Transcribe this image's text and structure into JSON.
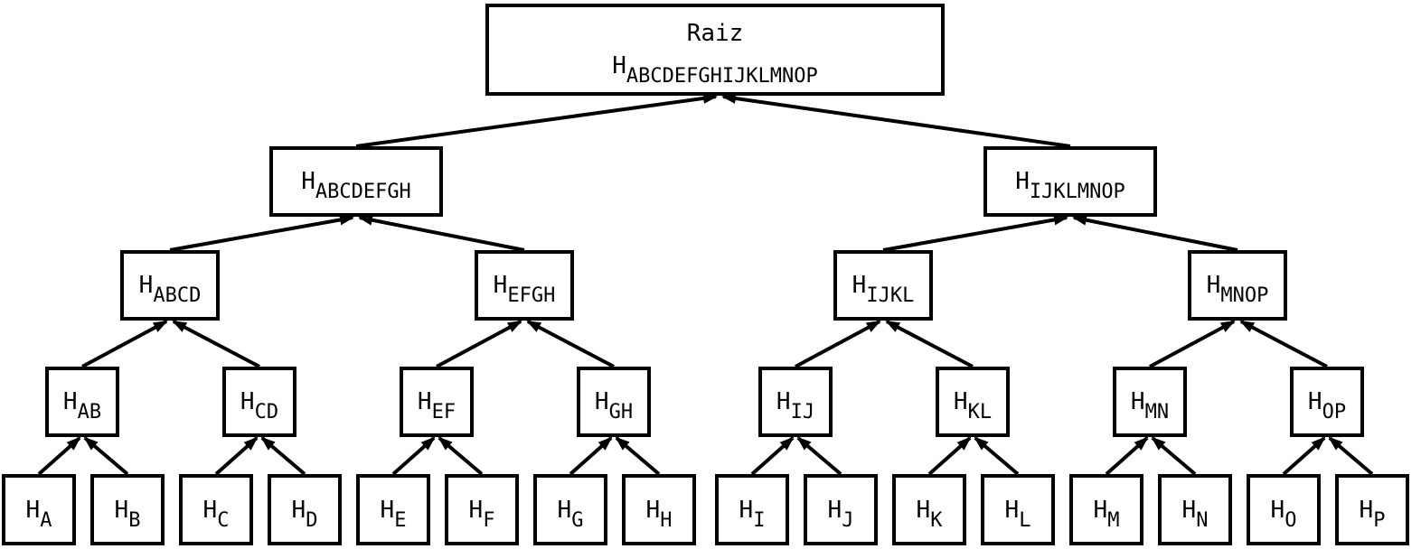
{
  "tree": {
    "root": {
      "label": "Raiz",
      "prefix": "H",
      "sub": "ABCDEFGHIJKLMNOP"
    },
    "level1": [
      {
        "prefix": "H",
        "sub": "ABCDEFGH"
      },
      {
        "prefix": "H",
        "sub": "IJKLMNOP"
      }
    ],
    "level2": [
      {
        "prefix": "H",
        "sub": "ABCD"
      },
      {
        "prefix": "H",
        "sub": "EFGH"
      },
      {
        "prefix": "H",
        "sub": "IJKL"
      },
      {
        "prefix": "H",
        "sub": "MNOP"
      }
    ],
    "level3": [
      {
        "prefix": "H",
        "sub": "AB"
      },
      {
        "prefix": "H",
        "sub": "CD"
      },
      {
        "prefix": "H",
        "sub": "EF"
      },
      {
        "prefix": "H",
        "sub": "GH"
      },
      {
        "prefix": "H",
        "sub": "IJ"
      },
      {
        "prefix": "H",
        "sub": "KL"
      },
      {
        "prefix": "H",
        "sub": "MN"
      },
      {
        "prefix": "H",
        "sub": "OP"
      }
    ],
    "leaves": [
      {
        "prefix": "H",
        "sub": "A"
      },
      {
        "prefix": "H",
        "sub": "B"
      },
      {
        "prefix": "H",
        "sub": "C"
      },
      {
        "prefix": "H",
        "sub": "D"
      },
      {
        "prefix": "H",
        "sub": "E"
      },
      {
        "prefix": "H",
        "sub": "F"
      },
      {
        "prefix": "H",
        "sub": "G"
      },
      {
        "prefix": "H",
        "sub": "H"
      },
      {
        "prefix": "H",
        "sub": "I"
      },
      {
        "prefix": "H",
        "sub": "J"
      },
      {
        "prefix": "H",
        "sub": "K"
      },
      {
        "prefix": "H",
        "sub": "L"
      },
      {
        "prefix": "H",
        "sub": "M"
      },
      {
        "prefix": "H",
        "sub": "N"
      },
      {
        "prefix": "H",
        "sub": "O"
      },
      {
        "prefix": "H",
        "sub": "P"
      }
    ]
  }
}
